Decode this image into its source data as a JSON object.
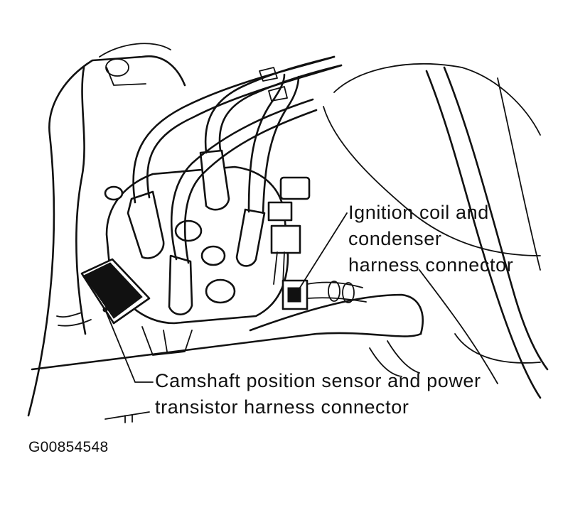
{
  "labels": {
    "ignition": [
      "Ignition coil and",
      "condenser",
      "harness connector"
    ],
    "camshaft": [
      "Camshaft position sensor and power",
      "transistor harness connector"
    ]
  },
  "figure_id": "G00854548",
  "colors": {
    "ink": "#111111",
    "background": "#ffffff"
  }
}
